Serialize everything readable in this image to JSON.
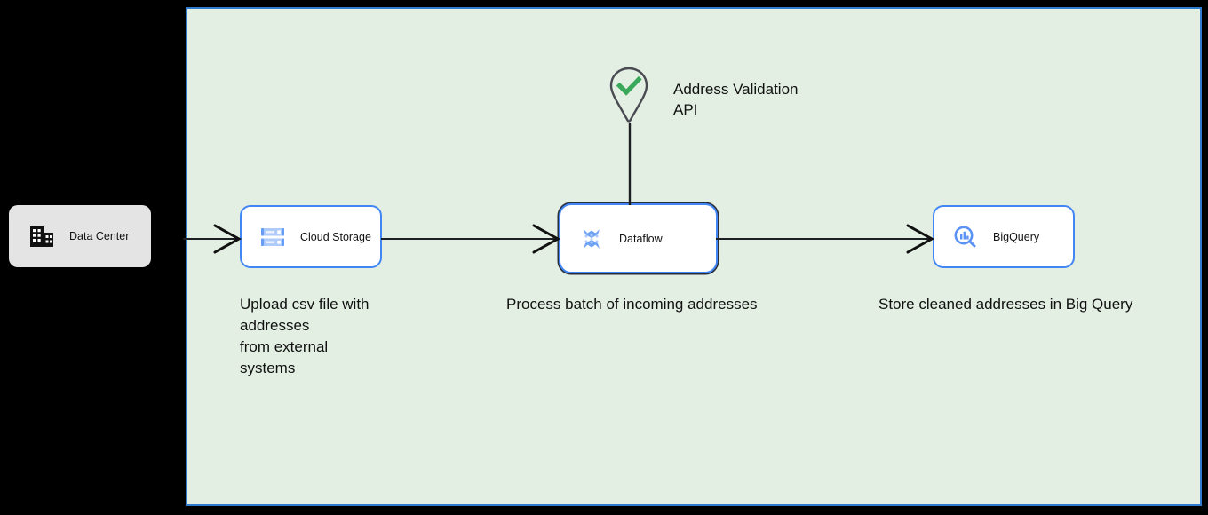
{
  "canvas": {
    "background_color": "#e2efe2",
    "border_color": "#2f7bd0"
  },
  "nodes": [
    {
      "id": "datacenter",
      "label": "Data Center",
      "icon": "building-icon",
      "style": "grey-rounded",
      "fill": "#e4e4e4"
    },
    {
      "id": "cloudstorage",
      "label": "Cloud Storage",
      "icon": "cloud-storage-icon",
      "style": "gcp-white",
      "fill": "#ffffff",
      "border": "#4285f4"
    },
    {
      "id": "dataflow",
      "label": "Dataflow",
      "icon": "dataflow-icon",
      "style": "gcp-white-selected",
      "fill": "#ffffff",
      "border": "#4285f4"
    },
    {
      "id": "bigquery",
      "label": "BigQuery",
      "icon": "bigquery-icon",
      "style": "gcp-white",
      "fill": "#ffffff",
      "border": "#4285f4"
    }
  ],
  "api_node": {
    "label": "Address Validation\nAPI",
    "icon": "location-pin-check-icon",
    "pin_color": "#4a4a52",
    "check_color": "#3aa85a"
  },
  "captions": {
    "upload": "Upload csv file with\naddresses\nfrom external\nsystems",
    "process": "Process batch of incoming addresses",
    "store": "Store cleaned addresses in Big Query"
  },
  "connectors": [
    {
      "id": "datacenter-to-cloudstorage",
      "from": "Data Center",
      "to": "Cloud Storage",
      "arrow": "open",
      "direction": "right"
    },
    {
      "id": "cloudstorage-to-dataflow",
      "from": "Cloud Storage",
      "to": "Dataflow",
      "arrow": "open",
      "direction": "right"
    },
    {
      "id": "dataflow-to-bigquery",
      "from": "Dataflow",
      "to": "BigQuery",
      "arrow": "open",
      "direction": "right"
    },
    {
      "id": "api-to-dataflow",
      "from": "Address Validation API",
      "to": "Dataflow",
      "arrow": "none",
      "direction": "down"
    }
  ],
  "colors": {
    "gcp_blue": "#4285f4",
    "canvas_green": "#e2efe2",
    "canvas_border_blue": "#2f7bd0",
    "line_black": "#111111",
    "check_green": "#3aa85a"
  }
}
